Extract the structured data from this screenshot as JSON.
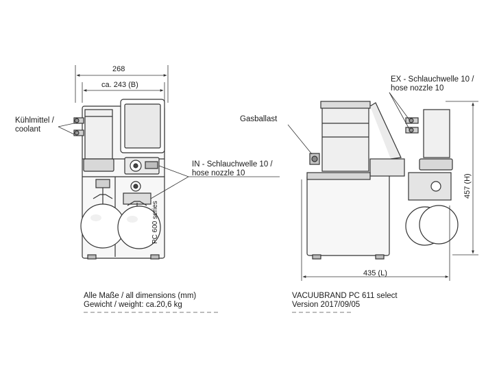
{
  "dimensions": {
    "overall_width": "268",
    "body_width": "ca. 243 (B)",
    "depth": "435 (L)",
    "height": "457 (H)"
  },
  "labels": {
    "coolant": [
      "Kühlmittel /",
      "coolant"
    ],
    "inlet": [
      "IN - Schlauchwelle 10 /",
      "hose nozzle 10"
    ],
    "gas_ballast": "Gasballast",
    "exhaust": [
      "EX - Schlauchwelle 10 /",
      "hose nozzle 10"
    ],
    "series_print": "PC 600 series"
  },
  "footer": {
    "dimensions_note": "Alle Maße / all dimensions (mm)",
    "weight_note": "Gewicht / weight:  ca.20,6 kg",
    "product": "VACUUBRAND PC 611 select",
    "version": "Version 2017/09/05"
  }
}
